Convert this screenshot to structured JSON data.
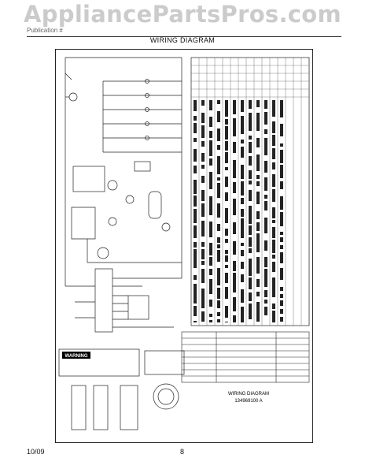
{
  "watermark": "AppliancePartsPros.com",
  "header": {
    "left_text": "Publication #",
    "right_text": "",
    "title": "WIRING DIAGRAM"
  },
  "warning": {
    "heading": "WARNING"
  },
  "title_block": {
    "line1": "WIRING DIAGRAM",
    "line2": "134969100 A"
  },
  "footer": {
    "date": "10/09",
    "page": "8"
  },
  "colors": {
    "line": "#222222",
    "watermark": "#8c8c8c"
  }
}
